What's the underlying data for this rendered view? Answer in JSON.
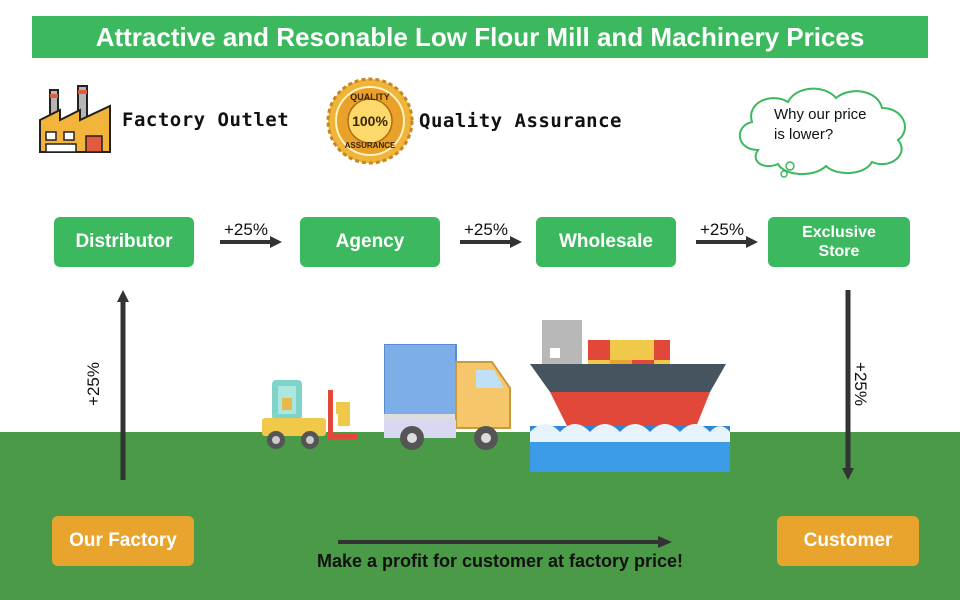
{
  "header": {
    "title": "Attractive and Resonable Low Flour Mill and  Machinery Prices"
  },
  "features": [
    {
      "label": "Factory Outlet",
      "icon": "factory-icon"
    },
    {
      "label": "Quality Assurance",
      "icon": "quality-badge-icon",
      "badge_top": "QUALITY",
      "badge_center": "100%",
      "badge_bottom": "ASSURANCE"
    }
  ],
  "callout": {
    "line1": "Why our price",
    "line2": "is lower?"
  },
  "chain": {
    "distributor": "Distributor",
    "agency": "Agency",
    "wholesale": "Wholesale",
    "exclusive_line1": "Exclusive",
    "exclusive_line2": "Store",
    "markup": "+25%"
  },
  "ends": {
    "factory": "Our Factory",
    "customer": "Customer"
  },
  "footer": {
    "tagline": "Make a profit for customer at factory price!"
  },
  "illustrations": [
    "forklift-icon",
    "truck-icon",
    "cargo-ship-icon"
  ],
  "colors": {
    "green": "#3cb95f",
    "orange": "#e8a42c",
    "ground": "#4a9a48",
    "arrow": "#333333"
  }
}
